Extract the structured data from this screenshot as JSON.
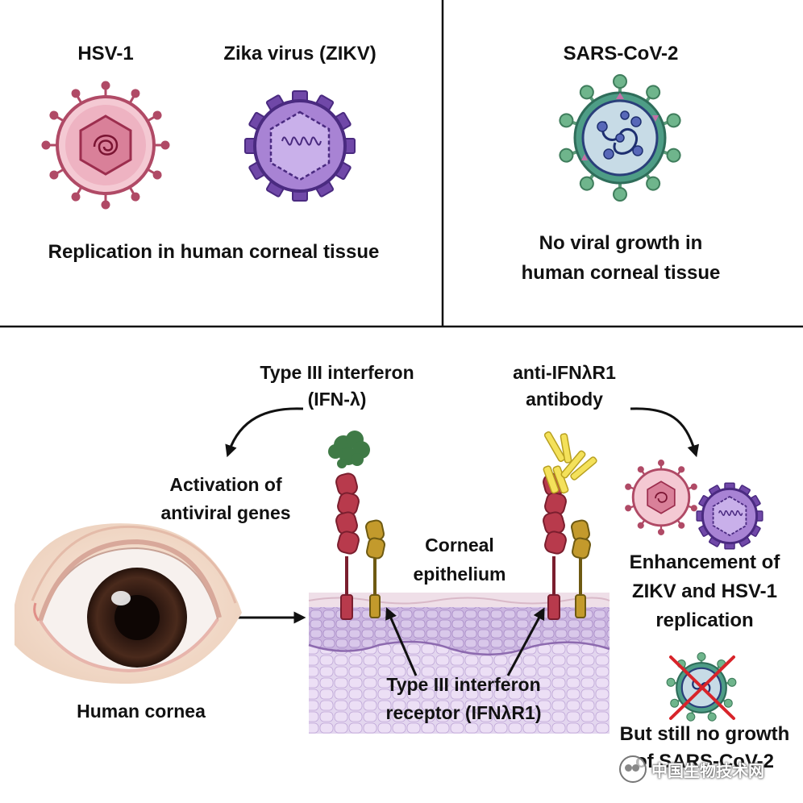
{
  "top_left": {
    "virus1_name": "HSV-1",
    "virus2_name": "Zika virus (ZIKV)",
    "caption": "Replication in human corneal tissue"
  },
  "top_right": {
    "virus_name": "SARS-CoV-2",
    "caption_line1": "No viral growth in",
    "caption_line2": "human corneal tissue"
  },
  "bottom": {
    "interferon_line1": "Type III interferon",
    "interferon_line2": "(IFN-λ)",
    "antibody_line1": "anti-IFNλR1",
    "antibody_line2": "antibody",
    "activation_line1": "Activation of",
    "activation_line2": "antiviral genes",
    "epithelium_line1": "Corneal",
    "epithelium_line2": "epithelium",
    "receptor_line1": "Type III interferon",
    "receptor_line2": "receptor (IFNλR1)",
    "cornea_label": "Human cornea",
    "enhancement_line1": "Enhancement of",
    "enhancement_line2": "ZIKV and HSV-1",
    "enhancement_line3": "replication",
    "no_growth_line1": "But still no growth",
    "no_growth_line2": "of SARS-CoV-2"
  },
  "watermark": {
    "text": "中国生物技术网"
  }
}
